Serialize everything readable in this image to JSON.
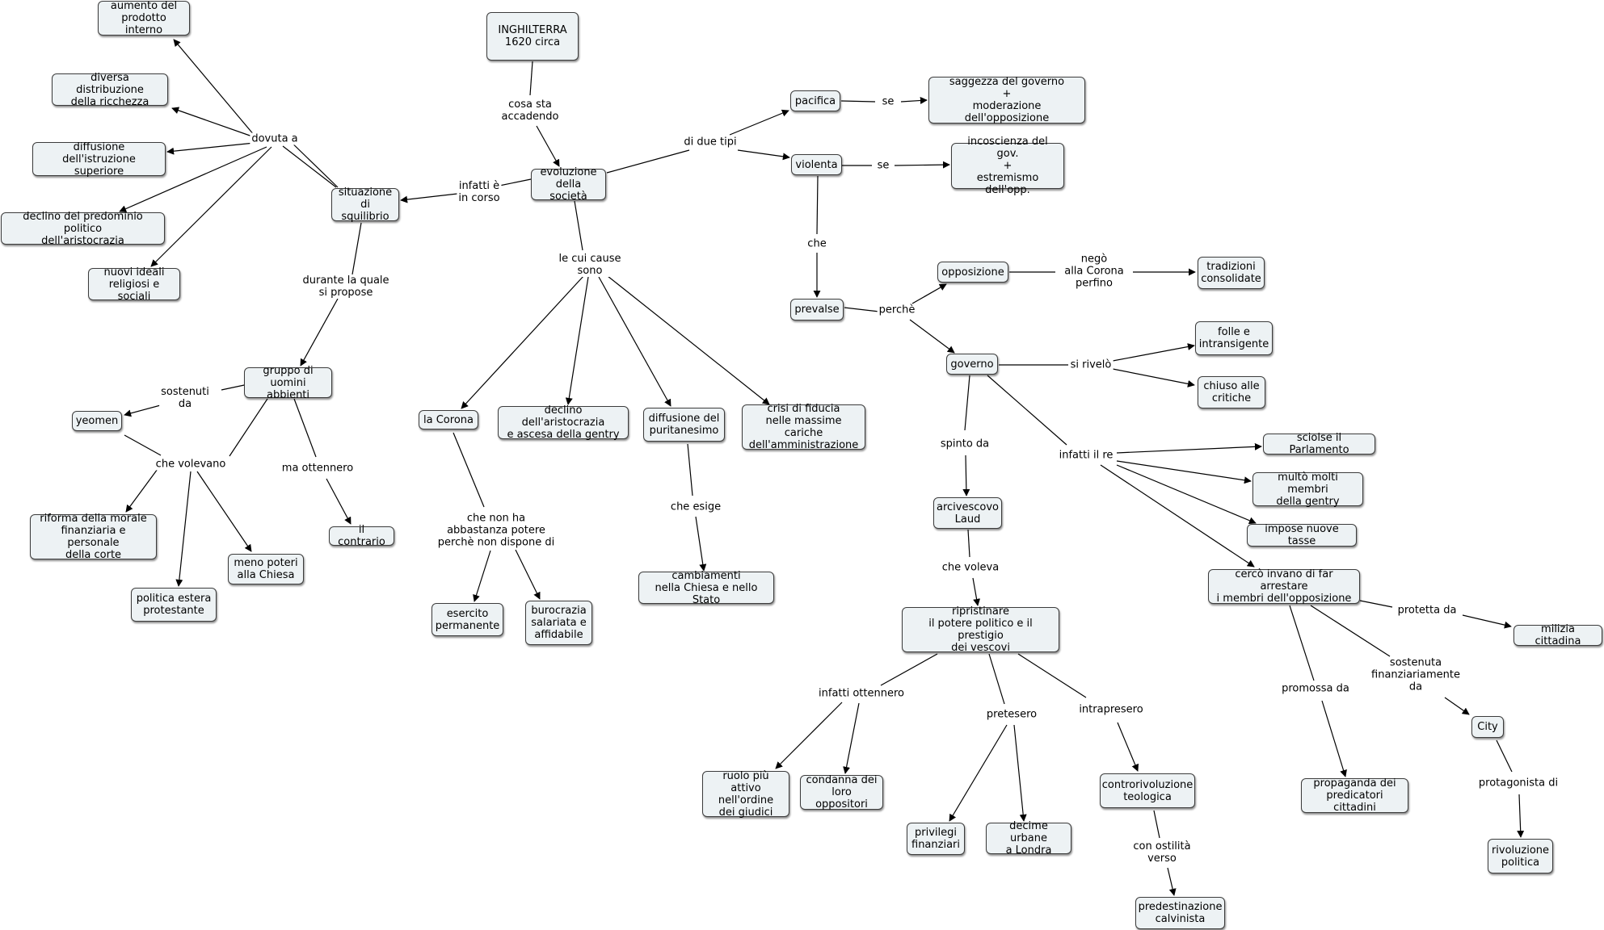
{
  "nodes": {
    "inghilterra": "INGHILTERRA\n1620 circa",
    "aumento": "aumento del\nprodotto interno",
    "diversa": "diversa distribuzione\ndella ricchezza",
    "diffusione_istr": "diffusione dell'istruzione\nsuperiore",
    "declino_predominio": "declino del predominio politico\ndell'aristocrazia",
    "nuovi_ideali": "nuovi ideali\nreligiosi e sociali",
    "situazione": "situazione\ndi squilibrio",
    "evoluzione": "evoluzione\ndella società",
    "gruppo": "gruppo di\nuomini abbienti",
    "yeomen": "yeomen",
    "riforma": "riforma della morale\nfinanziaria e personale\ndella corte",
    "politica_estera": "politica estera\nprotestante",
    "meno_poteri": "meno poteri\nalla Chiesa",
    "il_contrario": "il contrario",
    "la_corona": "la Corona",
    "declino_arist": "declino dell'aristocrazia\ne ascesa della gentry",
    "diffusione_purit": "diffusione del\npuritanesimo",
    "crisi": "crisi di fiducia\nnelle massime cariche\ndell'amministrazione",
    "esercito": "esercito\npermanente",
    "burocrazia": "burocrazia\nsalariata e\naffidabile",
    "cambiamenti": "cambiamenti\nnella Chiesa e nello Stato",
    "pacifica": "pacifica",
    "violenta": "violenta",
    "saggezza": "saggezza del governo\n+\nmoderazione dell'opposizione",
    "incoscienza": "incoscienza del gov.\n+\nestremismo dell'opp.",
    "prevalse": "prevalse",
    "opposizione": "opposizione",
    "tradizioni": "tradizioni\nconsolidate",
    "governo": "governo",
    "folle": "folle e\nintransigente",
    "chiuso": "chiuso alle\ncritiche",
    "sciolse": "sciolse il Parlamento",
    "multo": "multò molti membri\ndella gentry",
    "impose": "impose nuove tasse",
    "cerco": "cercò invano di far arrestare\ni membri dell'opposizione",
    "milizia": "milizia cittadina",
    "arcivescovo": "arcivescovo\nLaud",
    "ripristinare": "ripristinare\nil potere politico e il prestigio\ndei vescovi",
    "ruolo": "ruolo più attivo\nnell'ordine\ndei giudici",
    "condanna": "condanna dei\nloro oppositori",
    "privilegi": "privilegi\nfinanziari",
    "decime": "decime urbane\na Londra",
    "controriv": "controrivoluzione\nteologica",
    "predestinazione": "predestinazione\ncalvinista",
    "propaganda": "propaganda dei\npredicatori cittadini",
    "city": "City",
    "rivoluzione": "rivoluzione\npolitica"
  },
  "links": {
    "cosa_sta": "cosa sta\naccadendo",
    "infatti_corso": "infatti è\nin corso",
    "dovuta_a": "dovuta a",
    "durante": "durante la quale\nsi propose",
    "sostenuti": "sostenuti\nda",
    "che_volevano": "che volevano",
    "ma_ottennero": "ma ottennero",
    "cause": "le cui cause\nsono",
    "che_non_ha": "che non ha\nabbastanza potere\nperchè non dispone di",
    "che_esige": "che esige",
    "di_due_tipi": "di due tipi",
    "se_1": "se",
    "se_2": "se",
    "che": "che",
    "perche": "perchè",
    "nego": "negò\nalla Corona\nperfino",
    "si_rivelo": "si rivelò",
    "spinto": "spinto da",
    "infatti_re": "infatti il re",
    "che_voleva": "che voleva",
    "infatti_ottennero": "infatti ottennero",
    "pretesero": "pretesero",
    "intrapresero": "intrapresero",
    "ostilita": "con ostilità\nverso",
    "protetta": "protetta da",
    "promossa": "promossa da",
    "sostenuta": "sostenuta\nfinanziariamente\nda",
    "protagonista": "protagonista di"
  }
}
